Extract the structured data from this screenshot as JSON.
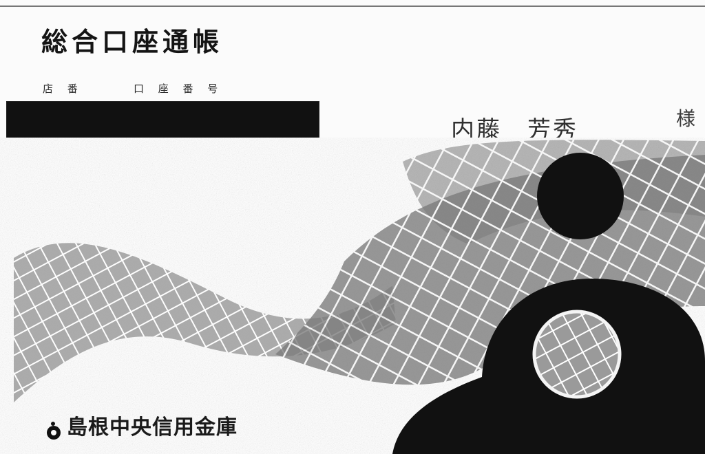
{
  "passbook": {
    "title": "総合口座通帳",
    "field_labels": {
      "branch_number": "店 番",
      "account_number": "口 座 番 号"
    },
    "redaction": {
      "color": "#111111"
    },
    "account_holder": {
      "name": "内藤　芳秀",
      "honorific": "様"
    },
    "bank": {
      "name": "島根中央信用金庫",
      "logo_icon": "bank-logo-icon"
    },
    "colors": {
      "ink": "#141414",
      "artwork_dark": "#111111",
      "paper": "#fbfbfb"
    }
  }
}
